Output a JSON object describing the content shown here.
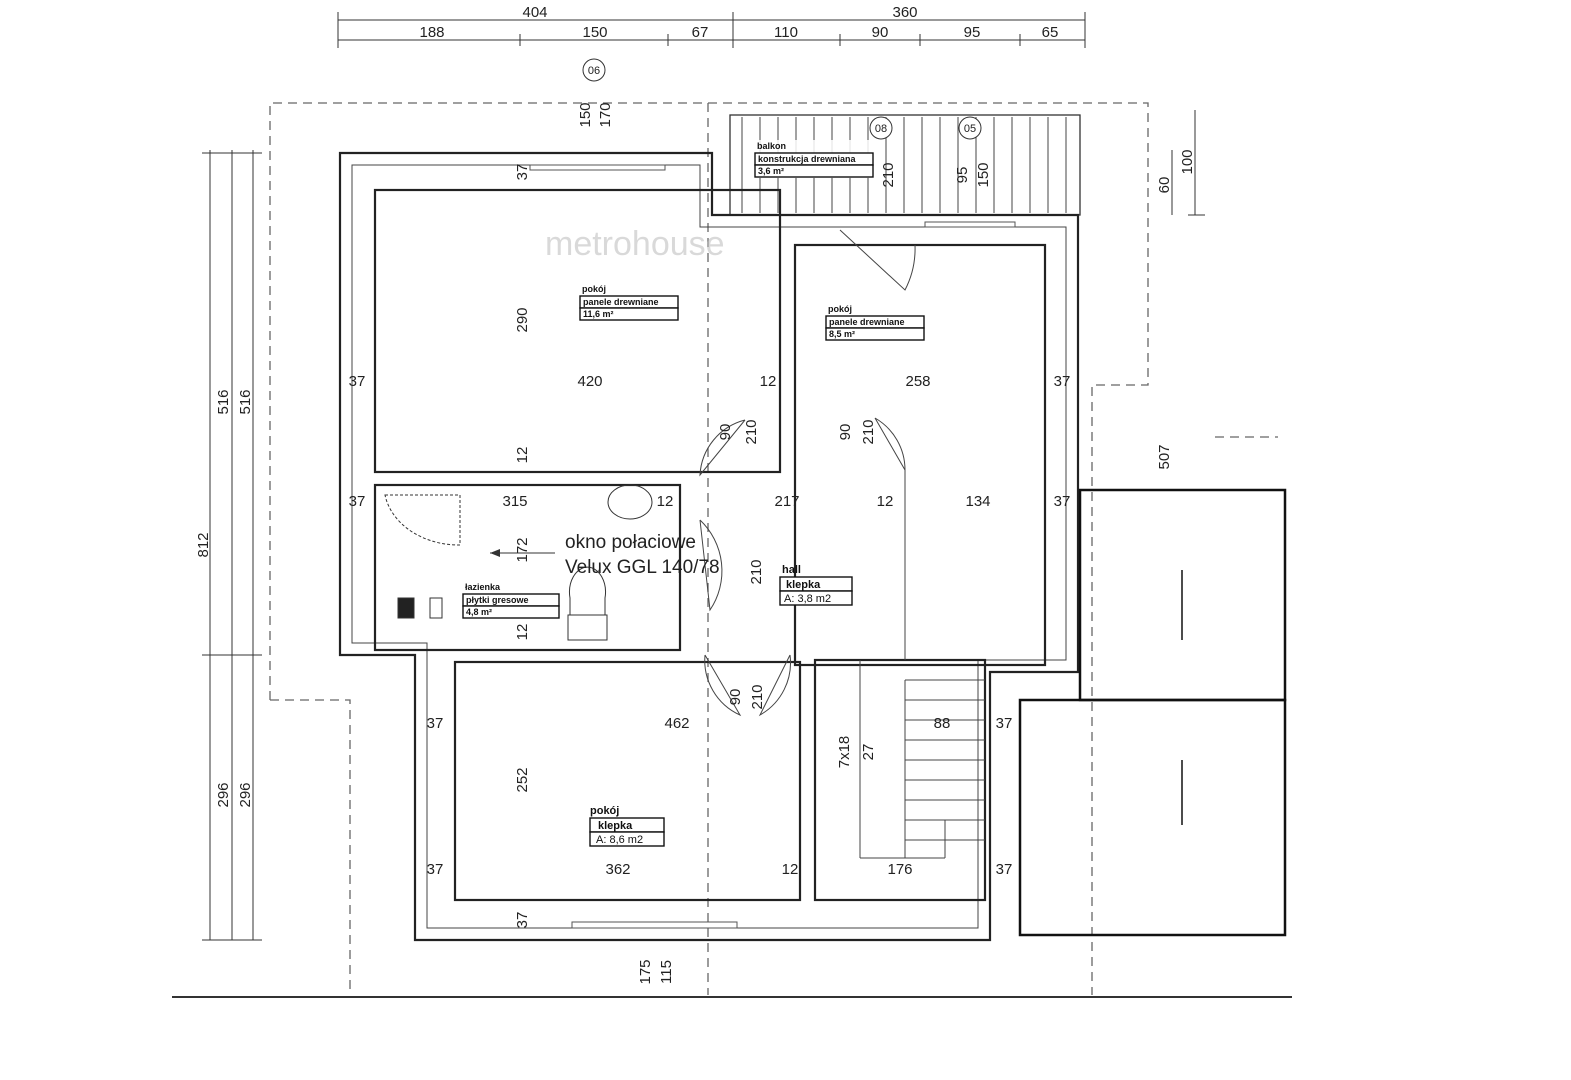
{
  "dimensions": {
    "top_totals": [
      "404",
      "360"
    ],
    "top_segments": [
      "188",
      "150",
      "67",
      "110",
      "90",
      "95",
      "65"
    ],
    "left": [
      "516",
      "516",
      "812",
      "296",
      "296"
    ],
    "right": [
      "100",
      "60",
      "507"
    ],
    "interior": [
      "37",
      "150",
      "170",
      "290",
      "37",
      "420",
      "12",
      "258",
      "37",
      "12",
      "37",
      "315",
      "12",
      "217",
      "12",
      "134",
      "37",
      "172",
      "12",
      "37",
      "462",
      "88",
      "37",
      "252",
      "37",
      "362",
      "12",
      "176",
      "37",
      "37",
      "175",
      "115",
      "90",
      "210",
      "90",
      "210",
      "90",
      "210",
      "210",
      "210",
      "95",
      "150",
      "7x18",
      "27"
    ]
  },
  "axis_markers": [
    "06",
    "08",
    "05"
  ],
  "rooms": {
    "room1": {
      "name": "pokój",
      "finish": "panele drewniane",
      "area": "11,6 m²"
    },
    "room2": {
      "name": "pokój",
      "finish": "panele drewniane",
      "area": "8,5 m²"
    },
    "balcony": {
      "name": "balkon",
      "finish": "konstrukcja drewniana",
      "area": "3,6 m²"
    },
    "bathroom": {
      "name": "łazienka",
      "finish": "płytki gresowe",
      "area": "4,8 m²"
    },
    "hall": {
      "name": "hall",
      "finish": "klepka",
      "area": "A: 3,8 m2"
    },
    "room3": {
      "name": "pokój",
      "finish": "klepka",
      "area": "A: 8,6 m2"
    }
  },
  "window_note": {
    "line1": "okno połaciowe",
    "line2": "Velux GGL 140/78"
  },
  "watermark": "metrohouse"
}
